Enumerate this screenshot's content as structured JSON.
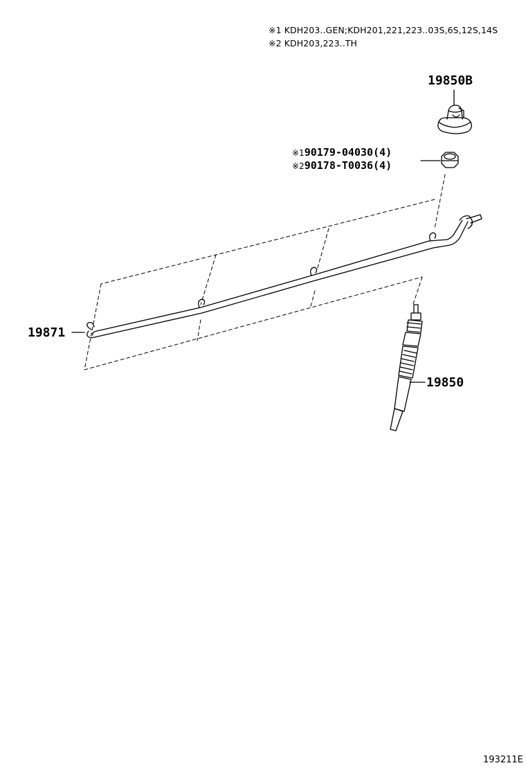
{
  "notes": [
    {
      "mark": "※1",
      "text": "KDH203..GEN;KDH201,221,223..03S,6S,12S,14S"
    },
    {
      "mark": "※2",
      "text": "KDH203,223..TH"
    }
  ],
  "parts": {
    "glow_plug_connector": "19850B",
    "nut_1": {
      "mark": "※1",
      "number": "90179-04030(4)"
    },
    "nut_2": {
      "mark": "※2",
      "number": "90178-T0036(4)"
    },
    "connector_bar": "19871",
    "glow_plug": "19850"
  },
  "diagram_code": "193211E"
}
